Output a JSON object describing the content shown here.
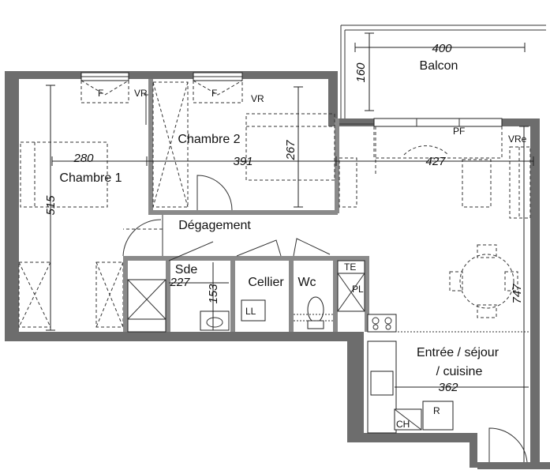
{
  "rooms": {
    "balcon": {
      "name": "Balcon",
      "width": "400",
      "depth": "160"
    },
    "chambre1": {
      "name": "Chambre 1",
      "width": "280",
      "depth": "515"
    },
    "chambre2": {
      "name": "Chambre 2",
      "width": "391",
      "depth": "267"
    },
    "degagement": {
      "name": "Dégagement"
    },
    "sde": {
      "name": "Sde",
      "width": "227",
      "depth": "153"
    },
    "cellier": {
      "name": "Cellier"
    },
    "wc": {
      "name": "Wc"
    },
    "sejour": {
      "line1": "Entrée / séjour",
      "line2": "/ cuisine",
      "width": "427",
      "width2": "362",
      "depth": "747"
    }
  },
  "labels": {
    "window_f": "F",
    "window_vr": "VR",
    "window_pf": "PF",
    "window_vre": "VRe",
    "te": "TE",
    "pl": "PL",
    "ll": "LL",
    "ch": "CH",
    "r": "R"
  }
}
